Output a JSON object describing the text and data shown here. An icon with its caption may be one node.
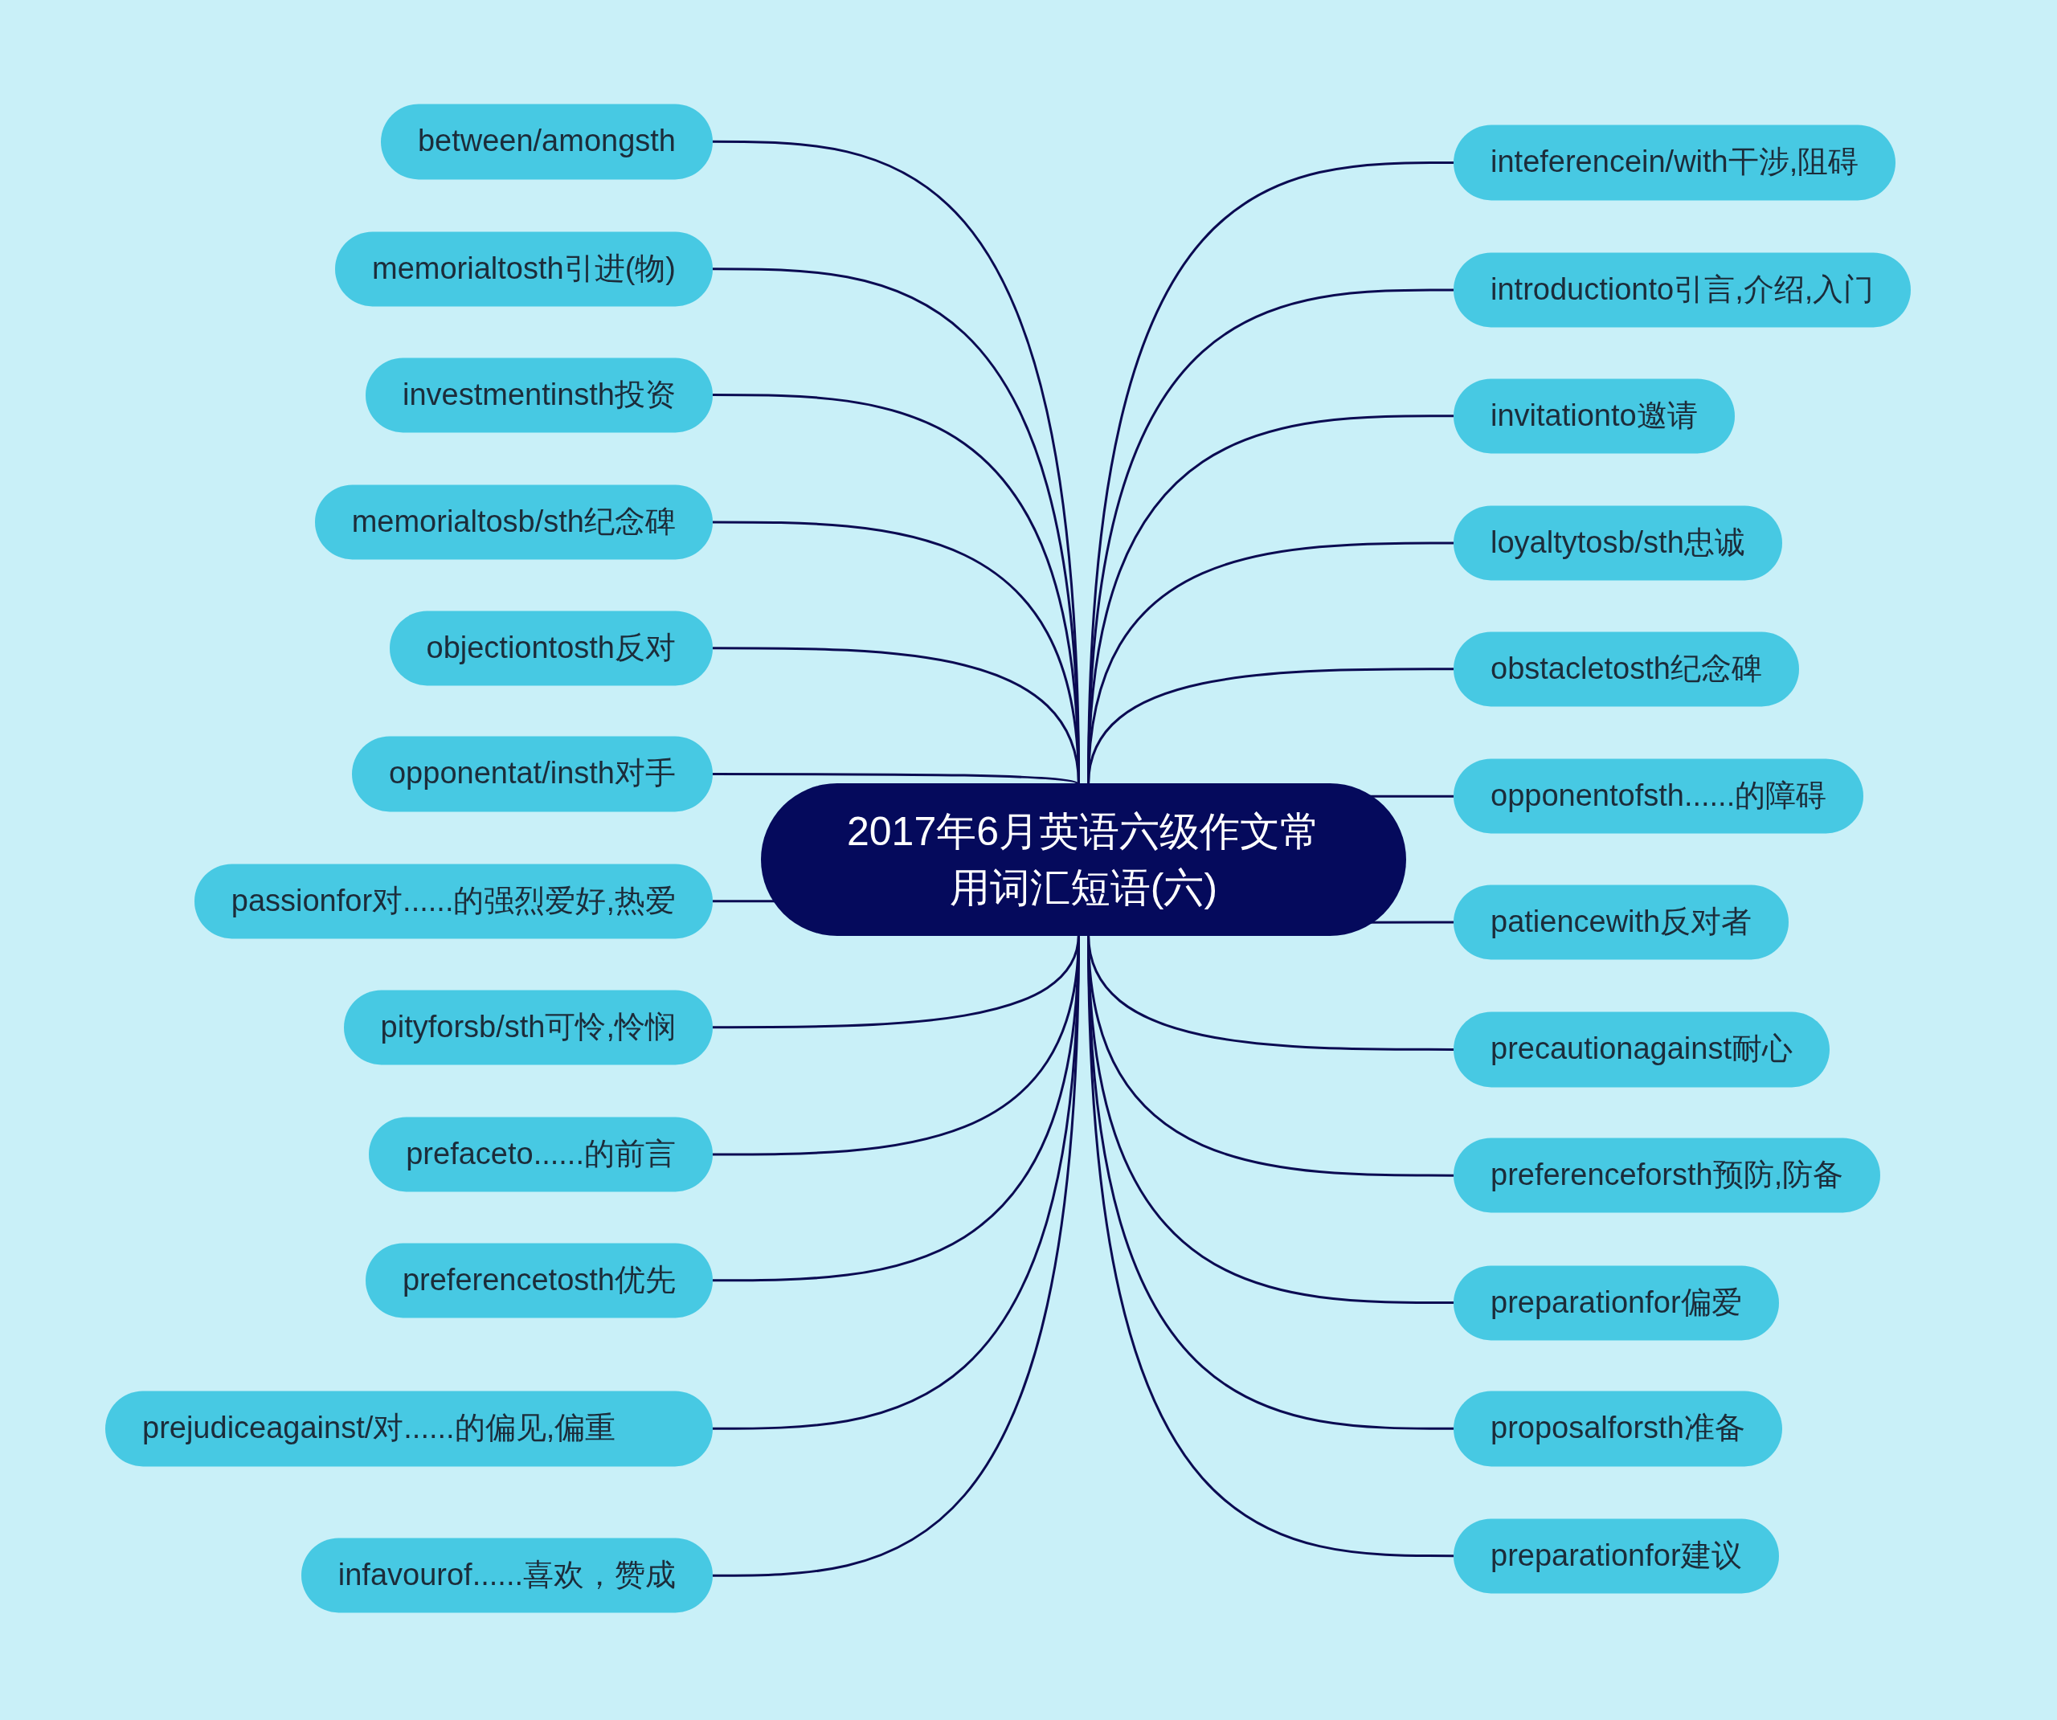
{
  "diagram": {
    "nodes": [
      {
        "text": [
          "2017年6月英语六级作文常用词汇短语(六)"
        ]
      },
      {
        "text": [
          "between/amongsth"
        ]
      },
      {
        "text": [
          "memorialtosth引进(物)"
        ]
      },
      {
        "text": [
          "investmentinsth投资"
        ]
      },
      {
        "text": [
          "memorialtosb/sth纪念碑"
        ]
      },
      {
        "text": [
          "objectiontosth反对"
        ]
      },
      {
        "text": [
          "opponentat/insth对手"
        ]
      },
      {
        "text": [
          "passionfor对......的强烈爱好,热爱"
        ]
      },
      {
        "text": [
          "pityforsb/sth可怜,怜悯"
        ]
      },
      {
        "text": [
          "prefaceto......的前言"
        ]
      },
      {
        "text": [
          "preferencetosth优先"
        ]
      },
      {
        "text": [
          "prejudiceagainst/对......的偏见,偏重"
        ]
      },
      {
        "text": [
          "infavourof......喜欢，赞成"
        ]
      },
      {
        "text": [
          "inteferencein/with干涉,阻碍"
        ]
      },
      {
        "text": [
          "introductionto引言,介绍,入门"
        ]
      },
      {
        "text": [
          "invitationto邀请"
        ]
      },
      {
        "text": [
          "loyaltytosb/sth忠诚"
        ]
      },
      {
        "text": [
          "obstacletosth纪念碑"
        ]
      },
      {
        "text": [
          "opponentofsth......的障碍"
        ]
      },
      {
        "text": [
          "patiencewith反对者"
        ]
      },
      {
        "text": [
          "precautionagainst耐心"
        ]
      },
      {
        "text": [
          "preferenceforsth预防,防备"
        ]
      },
      {
        "text": [
          "preparationfor偏爱"
        ]
      },
      {
        "text": [
          "proposalforsth准备"
        ]
      },
      {
        "text": [
          "preparationfor建议"
        ]
      }
    ],
    "edges": [
      {
        "from": 0,
        "to": 1,
        "arrow": "none"
      },
      {
        "from": 0,
        "to": 2,
        "arrow": "none"
      },
      {
        "from": 0,
        "to": 3,
        "arrow": "none"
      },
      {
        "from": 0,
        "to": 4,
        "arrow": "none"
      },
      {
        "from": 0,
        "to": 5,
        "arrow": "none"
      },
      {
        "from": 0,
        "to": 6,
        "arrow": "none"
      },
      {
        "from": 0,
        "to": 7,
        "arrow": "none"
      },
      {
        "from": 0,
        "to": 8,
        "arrow": "none"
      },
      {
        "from": 0,
        "to": 9,
        "arrow": "none"
      },
      {
        "from": 0,
        "to": 10,
        "arrow": "none"
      },
      {
        "from": 0,
        "to": 11,
        "arrow": "none"
      },
      {
        "from": 0,
        "to": 12,
        "arrow": "none"
      },
      {
        "from": 0,
        "to": 13,
        "arrow": "none"
      },
      {
        "from": 0,
        "to": 14,
        "arrow": "none"
      },
      {
        "from": 0,
        "to": 15,
        "arrow": "none"
      },
      {
        "from": 0,
        "to": 16,
        "arrow": "none"
      },
      {
        "from": 0,
        "to": 17,
        "arrow": "none"
      },
      {
        "from": 0,
        "to": 18,
        "arrow": "none"
      },
      {
        "from": 0,
        "to": 19,
        "arrow": "none"
      },
      {
        "from": 0,
        "to": 20,
        "arrow": "none"
      },
      {
        "from": 0,
        "to": 21,
        "arrow": "none"
      },
      {
        "from": 0,
        "to": 22,
        "arrow": "none"
      },
      {
        "from": 0,
        "to": 23,
        "arrow": "none"
      },
      {
        "from": 0,
        "to": 24,
        "arrow": "none"
      }
    ]
  }
}
